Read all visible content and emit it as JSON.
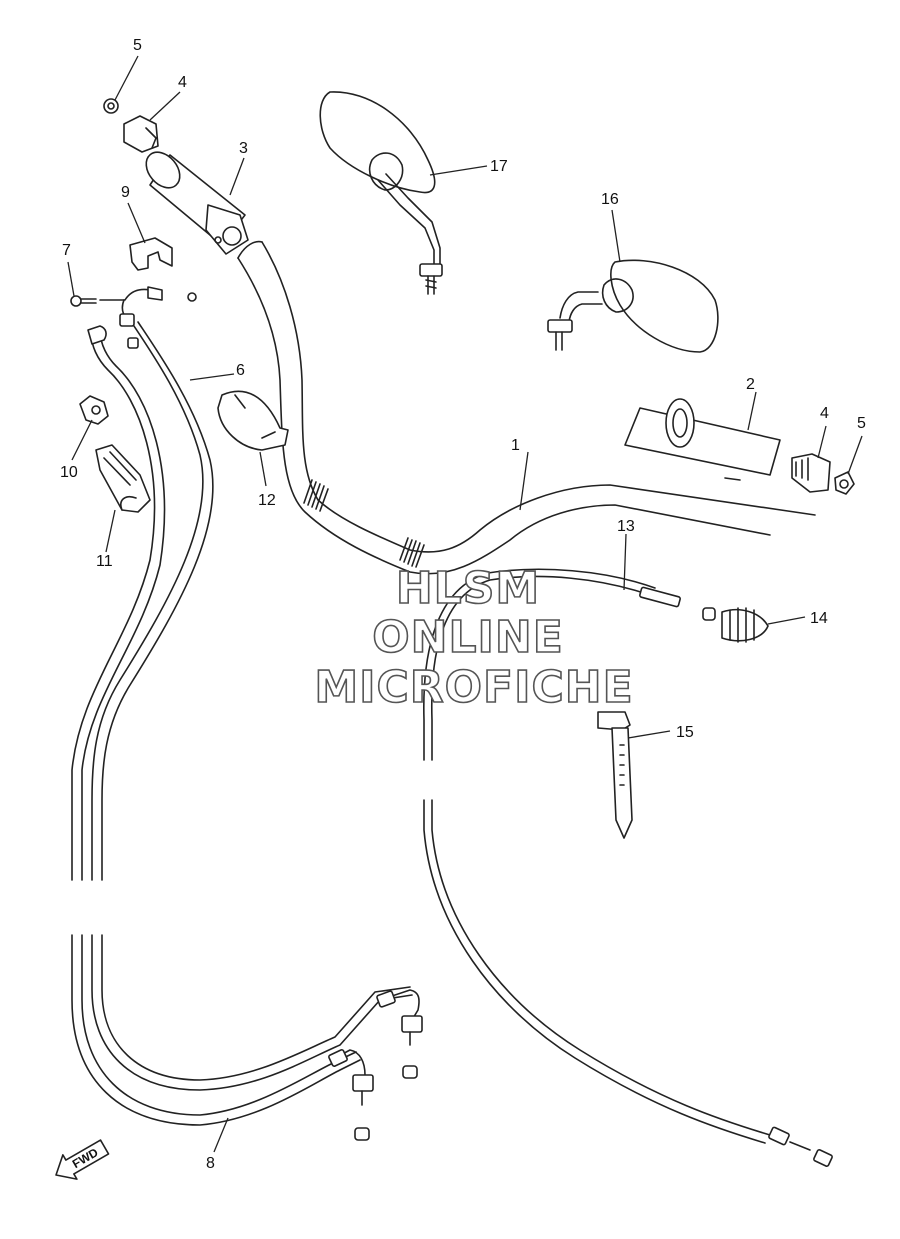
{
  "watermark": {
    "line1": "HLSM",
    "line2": "ONLINE",
    "line3": "MICROFICHE"
  },
  "direction_marker": {
    "label": "FWD",
    "icon": "fwd-arrow-icon"
  },
  "callouts": [
    {
      "id": "1",
      "part": "handlebar"
    },
    {
      "id": "2",
      "part": "grip-left"
    },
    {
      "id": "3",
      "part": "throttle-grip"
    },
    {
      "id": "4",
      "part": "grip-end-right"
    },
    {
      "id": "4",
      "part": "grip-end-left"
    },
    {
      "id": "5",
      "part": "nut-right"
    },
    {
      "id": "5",
      "part": "nut-left"
    },
    {
      "id": "6",
      "part": "throttle-cable-1"
    },
    {
      "id": "7",
      "part": "screw"
    },
    {
      "id": "8",
      "part": "throttle-cable-2"
    },
    {
      "id": "9",
      "part": "holder"
    },
    {
      "id": "10",
      "part": "clamp"
    },
    {
      "id": "11",
      "part": "guide"
    },
    {
      "id": "12",
      "part": "handlebar-holder"
    },
    {
      "id": "13",
      "part": "clutch-cable"
    },
    {
      "id": "14",
      "part": "cable-boot"
    },
    {
      "id": "15",
      "part": "cable-band"
    },
    {
      "id": "16",
      "part": "mirror-left"
    },
    {
      "id": "17",
      "part": "mirror-right"
    }
  ]
}
